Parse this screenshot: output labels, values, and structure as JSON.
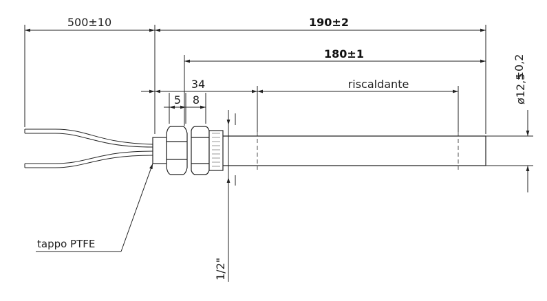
{
  "dimensions": {
    "cable_length": "500±10",
    "total_length": "190±2",
    "tube_length": "180±1",
    "fitting_length": "34",
    "nut_width": "5",
    "hex_width": "8",
    "heating_zone": "riscaldante",
    "diameter": "ø12,5",
    "diameter_tol": "±0,2",
    "thread": "1/2\""
  },
  "labels": {
    "ptfe_cap": "tappo PTFE"
  }
}
